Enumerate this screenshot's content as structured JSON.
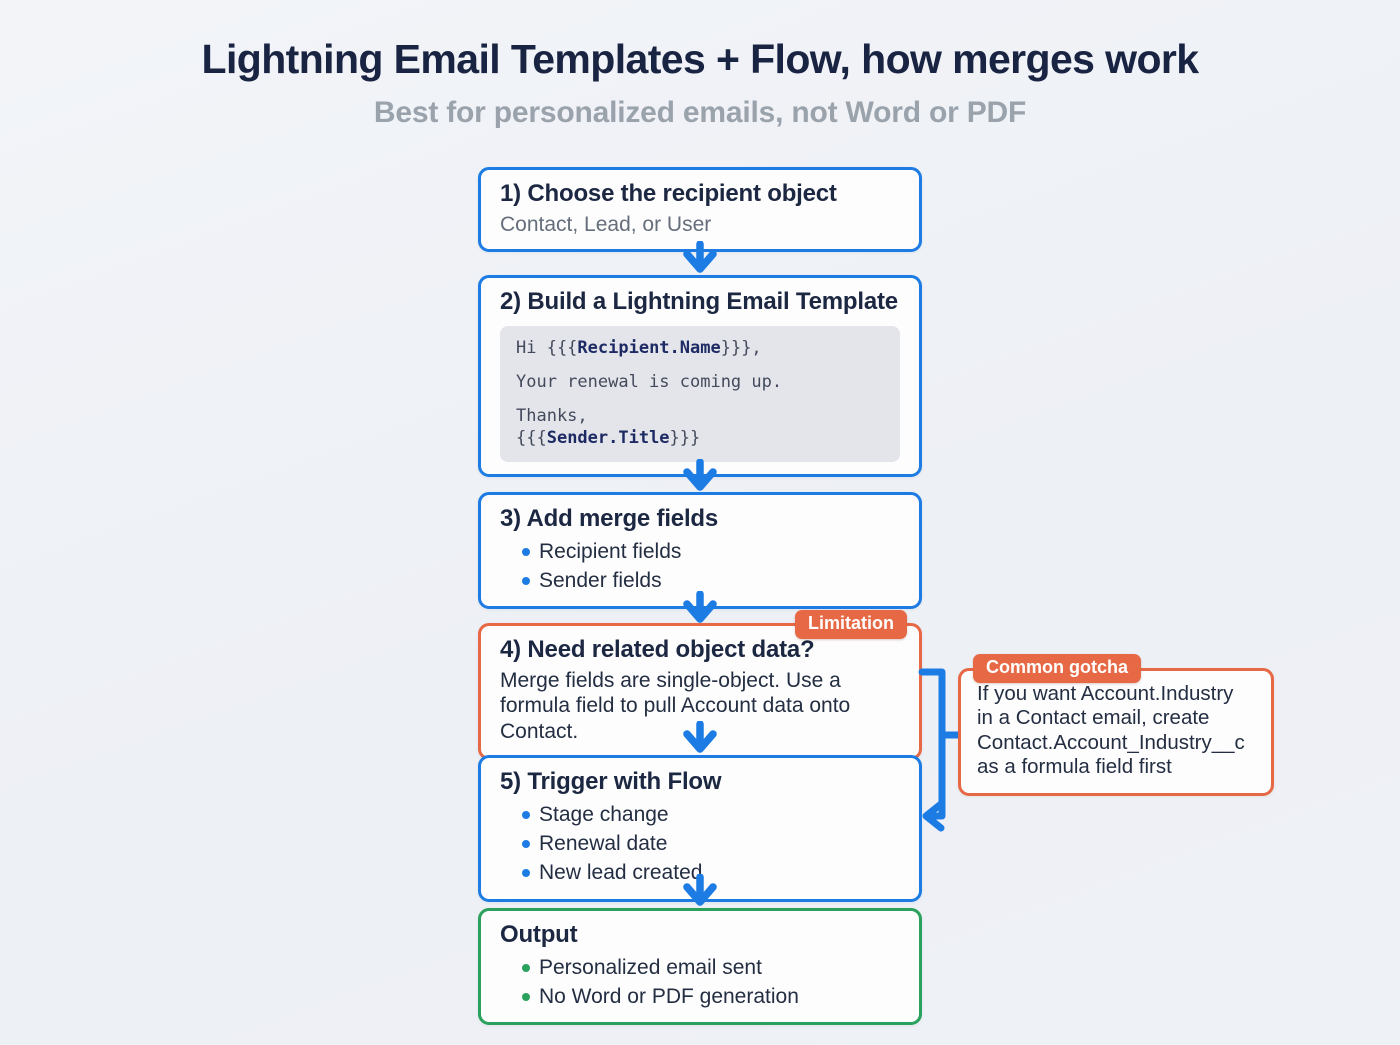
{
  "page": {
    "title": "Lightning Email Templates + Flow, how merges work",
    "subtitle": "Best for personalized emails, not Word or PDF"
  },
  "colors": {
    "accent_blue": "#1d7ce4",
    "accent_orange": "#e76844",
    "accent_green": "#2aa15d",
    "heading_navy": "#192342",
    "subtitle_gray": "#9aa2ac",
    "code_background": "#e3e5ea"
  },
  "flow": {
    "step1": {
      "title": "1) Choose the recipient object",
      "subtitle": "Contact, Lead, or User"
    },
    "step2": {
      "title": "2) Build a Lightning Email Template",
      "code": {
        "line1_prefix": "Hi {{{",
        "line1_token": "Recipient.Name",
        "line1_suffix": "}}},",
        "line2": "Your renewal is coming up.",
        "line3": "Thanks,",
        "line4_prefix": "{{{",
        "line4_token": "Sender.Title",
        "line4_suffix": "}}}"
      }
    },
    "step3": {
      "title": "3) Add merge fields",
      "bullets": [
        "Recipient fields",
        "Sender fields"
      ]
    },
    "step4": {
      "badge": "Limitation",
      "title": "4) Need related object data?",
      "body": "Merge fields are single-object. Use a formula field to pull Account data onto Contact."
    },
    "step5": {
      "title": "5) Trigger with Flow",
      "bullets": [
        "Stage change",
        "Renewal date",
        "New lead created"
      ]
    },
    "output": {
      "title": "Output",
      "bullets": [
        "Personalized email sent",
        "No Word or PDF generation"
      ]
    }
  },
  "callout": {
    "badge": "Common gotcha",
    "body": "If you want Account.Industry in a Contact email, create Contact.Account_Industry__c as a formula field first"
  }
}
